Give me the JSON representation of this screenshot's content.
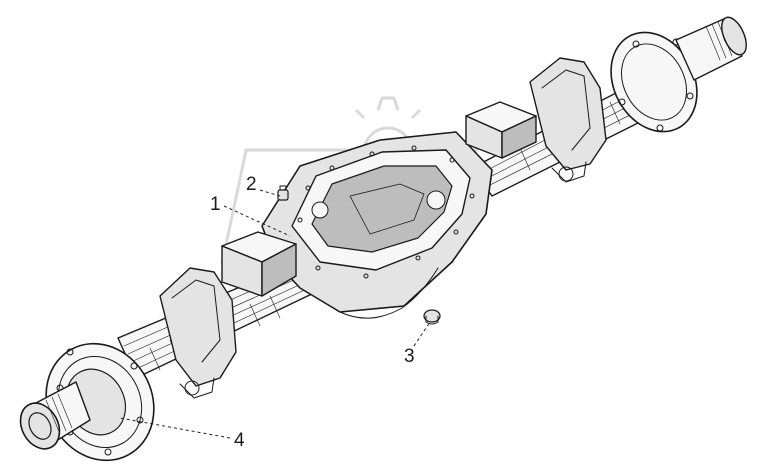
{
  "figure": {
    "callouts": [
      {
        "id": "1",
        "label": "1"
      },
      {
        "id": "2",
        "label": "2"
      },
      {
        "id": "3",
        "label": "3"
      },
      {
        "id": "4",
        "label": "4"
      }
    ]
  },
  "colors": {
    "ink": "#1a1a1a",
    "background": "#ffffff",
    "watermark": "#d9d9d9"
  }
}
